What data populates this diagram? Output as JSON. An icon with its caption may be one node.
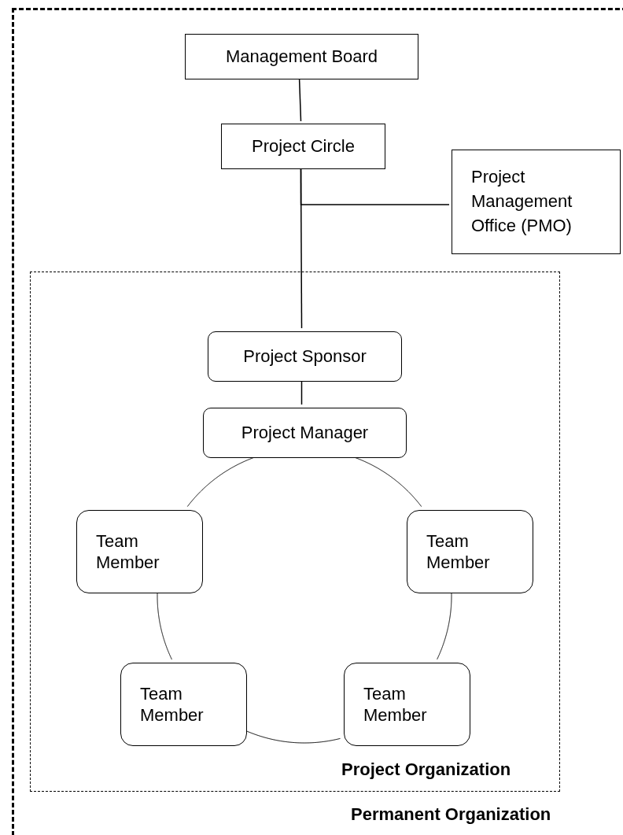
{
  "diagram": {
    "nodes": [
      {
        "text": [
          "Permanent Organization"
        ]
      },
      {
        "text": [
          "Management Board"
        ],
        "in": 0
      },
      {
        "text": [
          "Project Circle"
        ],
        "in": 0
      },
      {
        "text": [
          "Project Management Office (PMO)"
        ],
        "in": 0
      },
      {
        "text": [
          "Project Organization"
        ],
        "in": 0
      },
      {
        "text": [
          "Project Sponsor"
        ],
        "in": 4
      },
      {
        "text": [
          "Project Manager"
        ],
        "in": 4
      },
      {
        "text": [
          "Team Member"
        ],
        "in": 4
      },
      {
        "text": [
          "Team Member"
        ],
        "in": 4
      },
      {
        "text": [
          "Team Member"
        ],
        "in": 4
      },
      {
        "text": [
          "Team Member"
        ],
        "in": 4
      }
    ],
    "edges": [
      {
        "from": 1,
        "to": 2,
        "arrow": "none"
      },
      {
        "from": 2,
        "to": 5,
        "arrow": "none"
      },
      {
        "from": 3,
        "to": 2,
        "arrow": "none"
      },
      {
        "from": 5,
        "to": 6,
        "arrow": "none"
      },
      {
        "from": 6,
        "to": 7,
        "arrow": "none"
      },
      {
        "from": 6,
        "to": 8,
        "arrow": "none"
      },
      {
        "from": 7,
        "to": 9,
        "arrow": "none"
      },
      {
        "from": 8,
        "to": 10,
        "arrow": "none"
      },
      {
        "from": 9,
        "to": 10,
        "arrow": "none"
      }
    ]
  }
}
